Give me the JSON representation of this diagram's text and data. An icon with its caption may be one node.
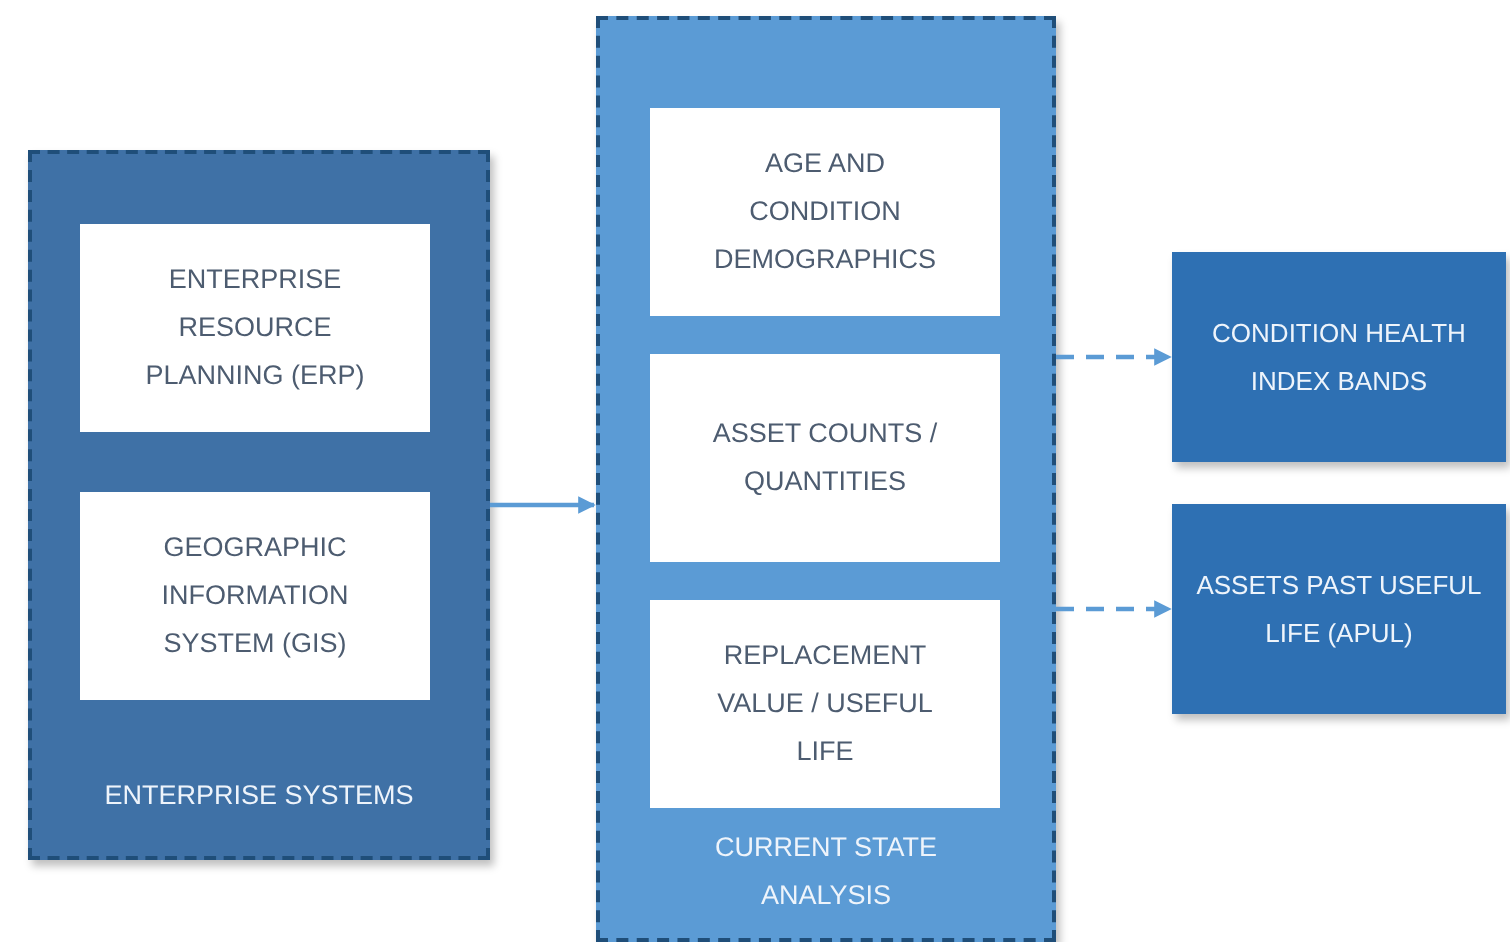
{
  "diagram": {
    "nodes": [
      {
        "text": [
          "ENTERPRISE SYSTEMS"
        ]
      },
      {
        "text": [
          "ENTERPRISE RESOURCE PLANNING (ERP)"
        ],
        "in": 0
      },
      {
        "text": [
          "GEOGRAPHIC INFORMATION SYSTEM (GIS)"
        ],
        "in": 0
      },
      {
        "text": [
          "CURRENT STATE ANALYSIS"
        ]
      },
      {
        "text": [
          "AGE AND CONDITION DEMOGRAPHICS"
        ],
        "in": 3
      },
      {
        "text": [
          "ASSET COUNTS / QUANTITIES"
        ],
        "in": 3
      },
      {
        "text": [
          "REPLACEMENT VALUE / USEFUL LIFE"
        ],
        "in": 3
      },
      {
        "text": [
          "CONDITION HEALTH INDEX BANDS"
        ]
      },
      {
        "text": [
          "ASSETS PAST USEFUL LIFE (APUL)"
        ]
      }
    ],
    "edges": [
      {
        "from": 0,
        "to": 3,
        "arrow": "to"
      },
      {
        "from": 3,
        "to": 7,
        "arrow": "to",
        "style": "dashed"
      },
      {
        "from": 3,
        "to": 8,
        "arrow": "to",
        "style": "dashed"
      }
    ]
  }
}
